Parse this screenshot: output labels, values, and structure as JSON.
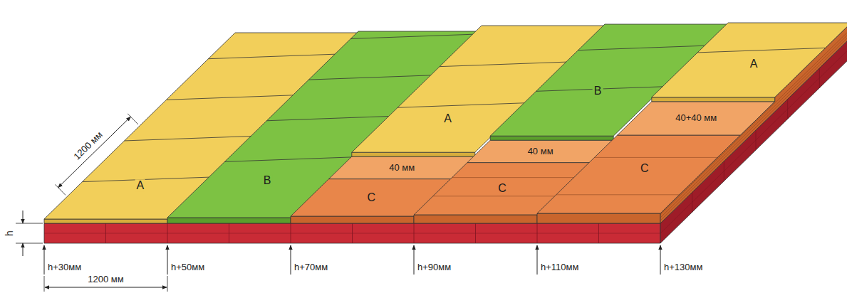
{
  "diagram": {
    "labels": [
      "1200 мм",
      "A",
      "B",
      "40 мм",
      "C",
      "A",
      "40 мм",
      "C",
      "B",
      "40+40 мм",
      "C",
      "A",
      "h",
      "h+30мм",
      "h+50мм",
      "h+70мм",
      "h+90мм",
      "h+110мм",
      "h+130мм",
      "1200 мм"
    ]
  }
}
